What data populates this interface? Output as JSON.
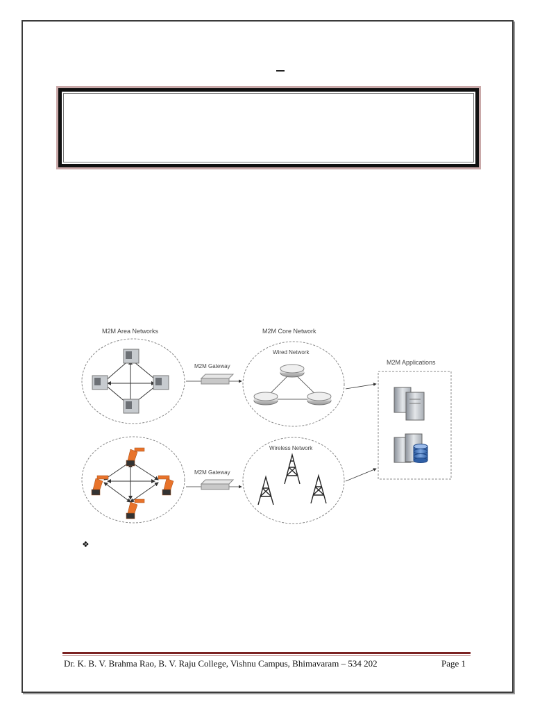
{
  "page": {
    "top_mark": "_",
    "bullet_symbol": "❖"
  },
  "diagram": {
    "area_networks_title": "M2M Area Networks",
    "core_network_title": "M2M Core Network",
    "applications_title": "M2M Applications",
    "wired_network_label": "Wired Network",
    "wireless_network_label": "Wireless Network",
    "gateway_top_label": "M2M Gateway",
    "gateway_bottom_label": "M2M Gateway"
  },
  "footer": {
    "author_line": "Dr. K. B. V. Brahma Rao, B. V. Raju College, Vishnu Campus, Bhimavaram – 534 202",
    "page_label": "Page 1"
  },
  "colors": {
    "robot_orange": "#e8732a",
    "footer_rule": "#7b2222",
    "title_box_shadow": "#c9a8a8"
  }
}
